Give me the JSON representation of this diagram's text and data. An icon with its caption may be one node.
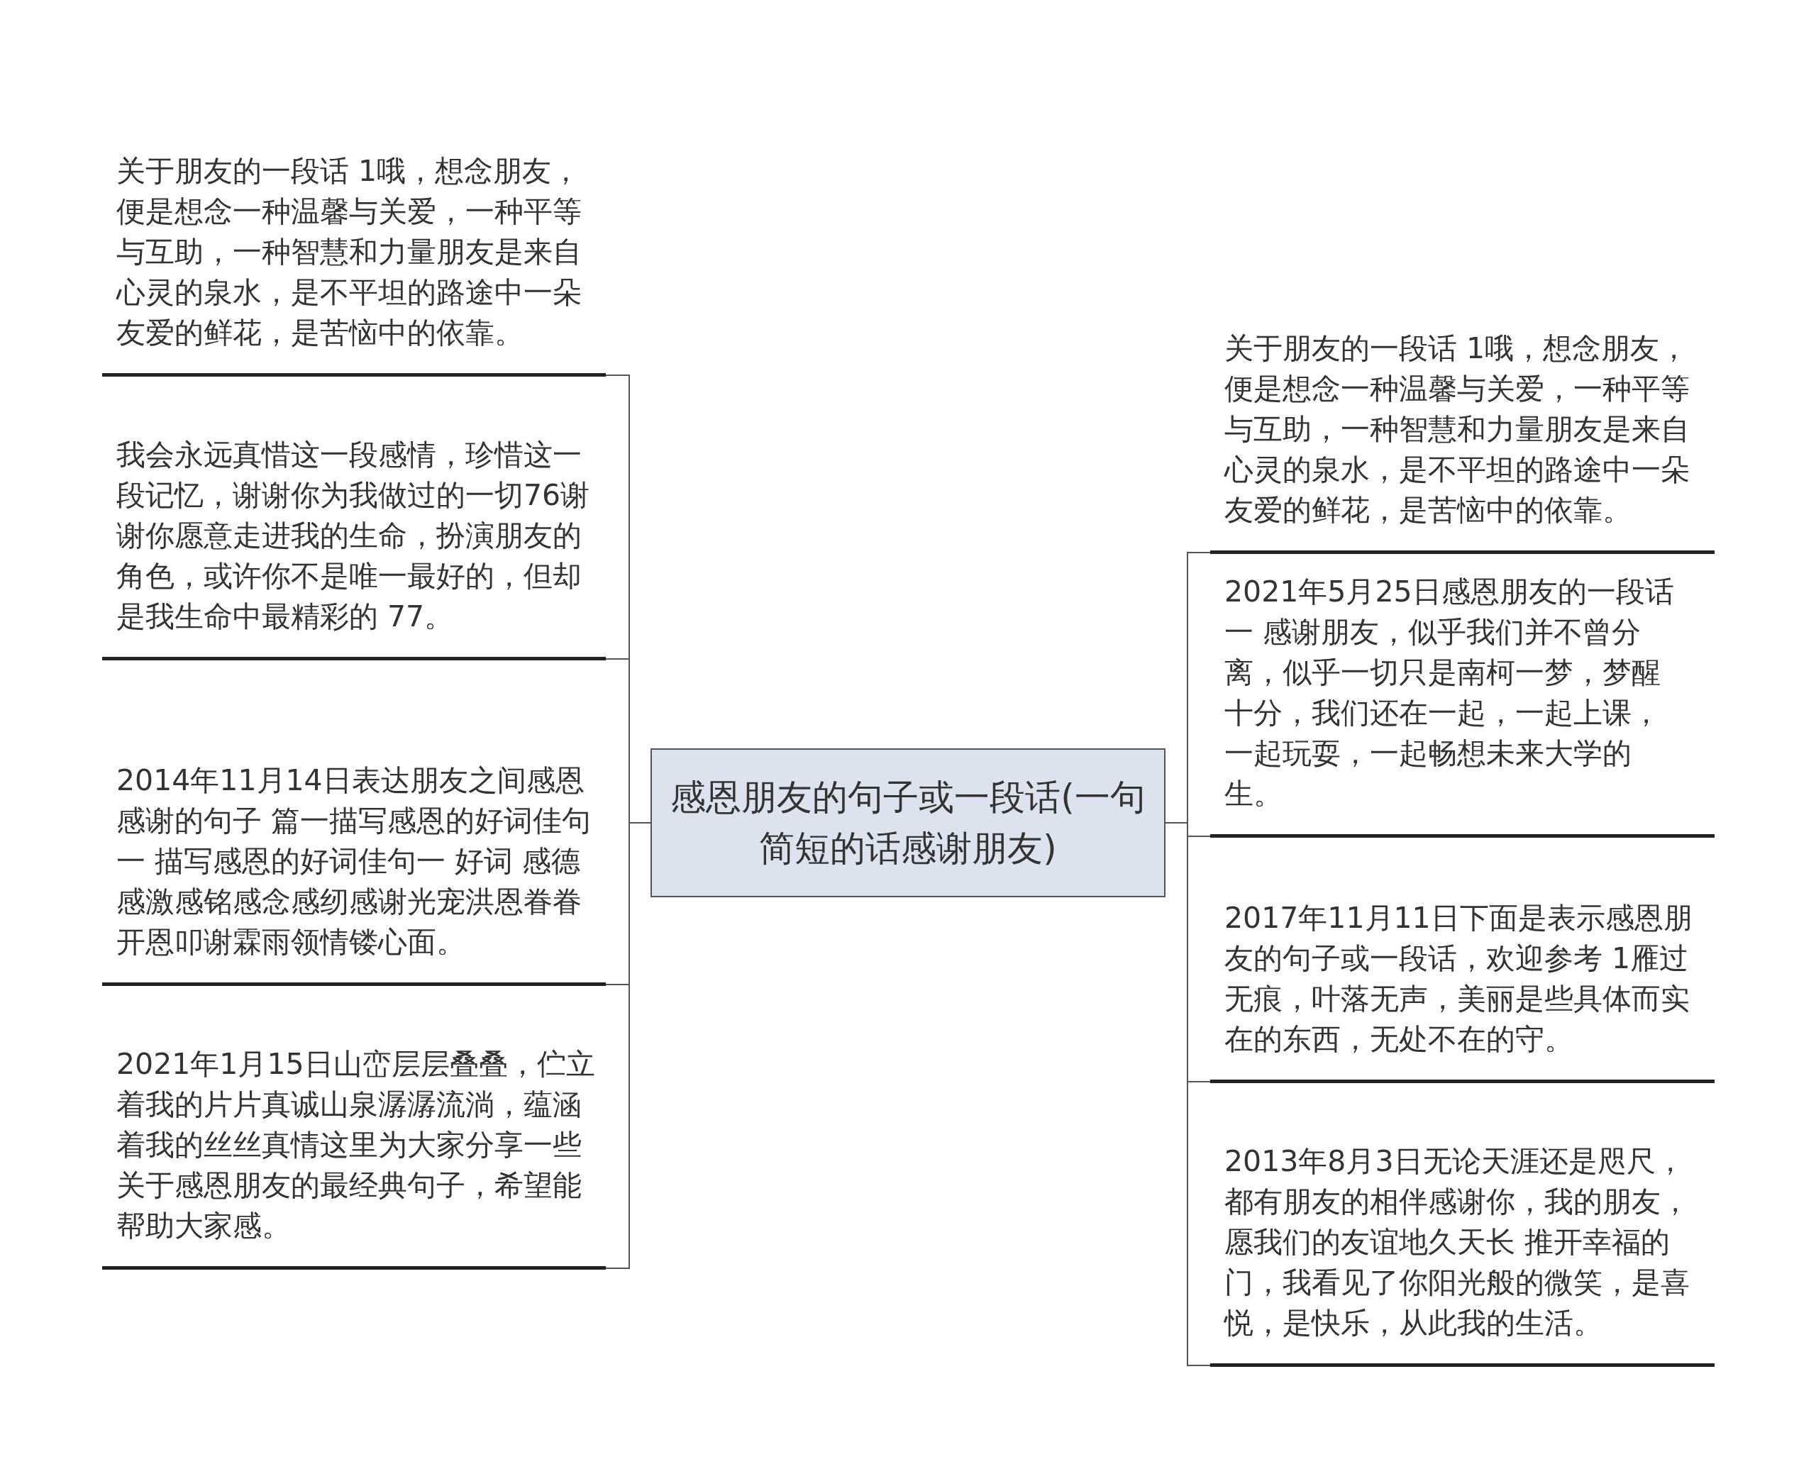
{
  "diagram": {
    "nodes": [
      {
        "text": [
          "感恩朋友的句子或一段话(一句简短的话感谢朋友)"
        ]
      },
      {
        "text": [
          "关于朋友的一段话 1哦，想念朋友，便是想念一种温馨与关爱，一种平等与互助，一种智慧和力量朋友是来自心灵的泉水，是不平坦的路途中一朵友爱的鲜花，是苦恼中的依靠。"
        ]
      },
      {
        "text": [
          "我会永远真惜这一段感情，珍惜这一段记忆，谢谢你为我做过的一切76谢谢你愿意走进我的生命，扮演朋友的角色，或许你不是唯一最好的，但却是我生命中最精彩的 77。"
        ]
      },
      {
        "text": [
          "2014年11月14日表达朋友之间感恩感谢的句子 篇一描写感恩的好词佳句一 描写感恩的好词佳句一 好词 感德感激感铭感念感纫感谢光宠洪恩眷眷开恩叩谢霖雨领情镂心面。"
        ]
      },
      {
        "text": [
          "2021年1月15日山峦层层叠叠，伫立着我的片片真诚山泉潺潺流淌，蕴涵着我的丝丝真情这里为大家分享一些关于感恩朋友的最经典句子，希望能帮助大家感。"
        ]
      },
      {
        "text": [
          "关于朋友的一段话 1哦，想念朋友，便是想念一种温馨与关爱，一种平等与互助，一种智慧和力量朋友是来自心灵的泉水，是不平坦的路途中一朵友爱的鲜花，是苦恼中的依靠。"
        ]
      },
      {
        "text": [
          "2021年5月25日感恩朋友的一段话一 感谢朋友，似乎我们并不曾分离，似乎一切只是南柯一梦，梦醒十分，我们还在一起，一起上课，一起玩耍，一起畅想未来大学的生。"
        ]
      },
      {
        "text": [
          "2017年11月11日下面是表示感恩朋友的句子或一段话，欢迎参考 1雁过无痕，叶落无声，美丽是些具体而实在的东西，无处不在的守。"
        ]
      },
      {
        "text": [
          "2013年8月3日无论天涯还是咫尺，都有朋友的相伴感谢你，我的朋友，愿我们的友谊地久天长 推开幸福的门，我看见了你阳光般的微笑，是喜悦，是快乐，从此我的生活。"
        ]
      }
    ],
    "edges": [
      {
        "from": 0,
        "to": 1,
        "arrow": "none"
      },
      {
        "from": 0,
        "to": 2,
        "arrow": "none"
      },
      {
        "from": 0,
        "to": 3,
        "arrow": "none"
      },
      {
        "from": 0,
        "to": 4,
        "arrow": "none"
      },
      {
        "from": 0,
        "to": 5,
        "arrow": "none"
      },
      {
        "from": 0,
        "to": 6,
        "arrow": "none"
      },
      {
        "from": 0,
        "to": 7,
        "arrow": "none"
      },
      {
        "from": 0,
        "to": 8,
        "arrow": "none"
      }
    ]
  }
}
